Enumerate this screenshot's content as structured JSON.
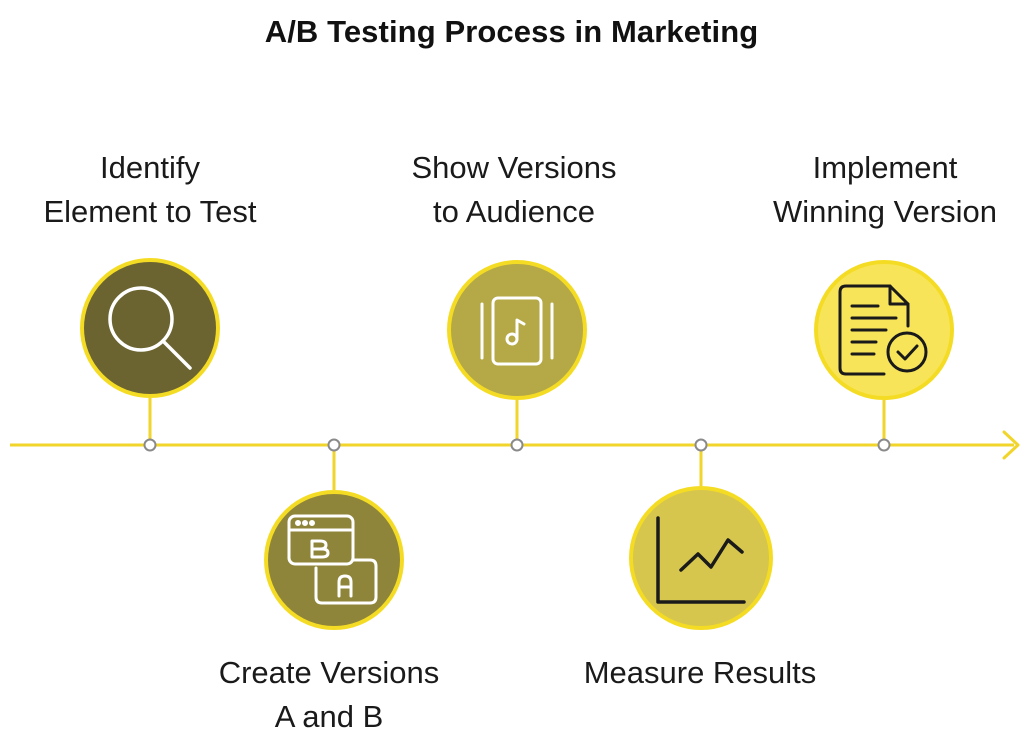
{
  "title": "A/B Testing Process in Marketing",
  "colors": {
    "timeline": "#f2d52a",
    "node_fill": "#ffffff",
    "node_stroke": "#8a8a8a",
    "ring": "#f5dc24"
  },
  "steps": [
    {
      "label_line1": "Identify",
      "label_line2": "Element to Test",
      "icon": "magnifier-icon",
      "fill": "#6b6430",
      "position": "above"
    },
    {
      "label_line1": "Create Versions",
      "label_line2": "A and B",
      "icon": "versions-a-b-icon",
      "fill": "#8f853a",
      "position": "below"
    },
    {
      "label_line1": "Show Versions",
      "label_line2": "to Audience",
      "icon": "media-card-icon",
      "fill": "#b5a846",
      "position": "above"
    },
    {
      "label_line1": "Measure Results",
      "label_line2": "",
      "icon": "line-chart-icon",
      "fill": "#d6c64e",
      "position": "below"
    },
    {
      "label_line1": "Implement",
      "label_line2": "Winning Version",
      "icon": "approved-document-icon",
      "fill": "#f8e459",
      "position": "above"
    }
  ]
}
